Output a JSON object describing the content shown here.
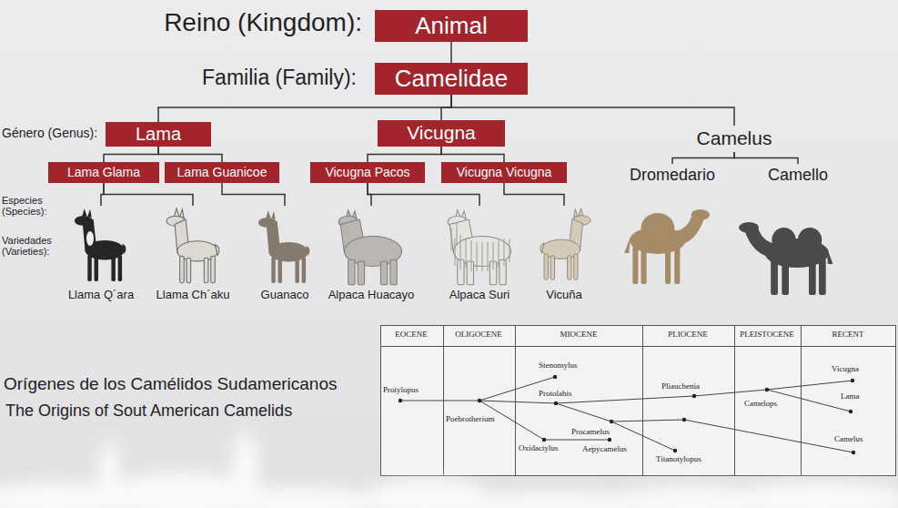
{
  "diagram": {
    "nodes": [
      {
        "text": [
          "Animal"
        ]
      },
      {
        "text": [
          "Camelidae"
        ]
      },
      {
        "text": [
          "Lama"
        ]
      },
      {
        "text": [
          "Vicugna"
        ]
      },
      {
        "text": [
          "Camelus"
        ]
      },
      {
        "text": [
          "Lama Glama"
        ]
      },
      {
        "text": [
          "Lama Guanicoe"
        ]
      },
      {
        "text": [
          "Vicugna Pacos"
        ]
      },
      {
        "text": [
          "Vicugna Vicugna"
        ]
      },
      {
        "text": [
          "Dromedario"
        ]
      },
      {
        "text": [
          "Camello"
        ]
      },
      {
        "text": [
          "Llama Q´ara"
        ]
      },
      {
        "text": [
          "Llama Ch´aku"
        ]
      },
      {
        "text": [
          "Guanaco"
        ]
      },
      {
        "text": [
          "Alpaca Huacayo"
        ]
      },
      {
        "text": [
          "Alpaca Suri"
        ]
      },
      {
        "text": [
          "Vicuña"
        ]
      }
    ],
    "edges": [
      {
        "from": 0,
        "to": 1,
        "arrow": "none"
      },
      {
        "from": 1,
        "to": 2,
        "arrow": "none"
      },
      {
        "from": 1,
        "to": 3,
        "arrow": "none"
      },
      {
        "from": 1,
        "to": 4,
        "arrow": "none"
      },
      {
        "from": 2,
        "to": 5,
        "arrow": "none"
      },
      {
        "from": 2,
        "to": 6,
        "arrow": "none"
      },
      {
        "from": 3,
        "to": 7,
        "arrow": "none"
      },
      {
        "from": 3,
        "to": 8,
        "arrow": "none"
      },
      {
        "from": 4,
        "to": 9,
        "arrow": "none"
      },
      {
        "from": 4,
        "to": 10,
        "arrow": "none"
      },
      {
        "from": 5,
        "to": 11,
        "arrow": "none"
      },
      {
        "from": 5,
        "to": 12,
        "arrow": "none"
      },
      {
        "from": 6,
        "to": 13,
        "arrow": "none"
      },
      {
        "from": 7,
        "to": 14,
        "arrow": "none"
      },
      {
        "from": 7,
        "to": 15,
        "arrow": "none"
      },
      {
        "from": 8,
        "to": 16,
        "arrow": "none"
      }
    ],
    "labels": [
      "Reino (Kingdom):",
      "Familia (Family):",
      "Género (Genus):",
      "Especies (Species):",
      "Variedades (Varieties):",
      "Orígenes de los Camélidos Sudamericanos",
      "The Origins of Sout American Camelids",
      "EOCENE",
      "OLIGOCENE",
      "MIOCENE",
      "PLIOCENE",
      "PLEISTOCENE",
      "RECENT",
      "Protylopus",
      "Stenomylus",
      "Protolabis",
      "Poebrotherium",
      "Oxidactylus",
      "Procamelus",
      "Aepycamelus",
      "Pliauchenia",
      "Titanotylopus",
      "Camelops",
      "Vicugna",
      "Lama",
      "Camelus"
    ]
  }
}
